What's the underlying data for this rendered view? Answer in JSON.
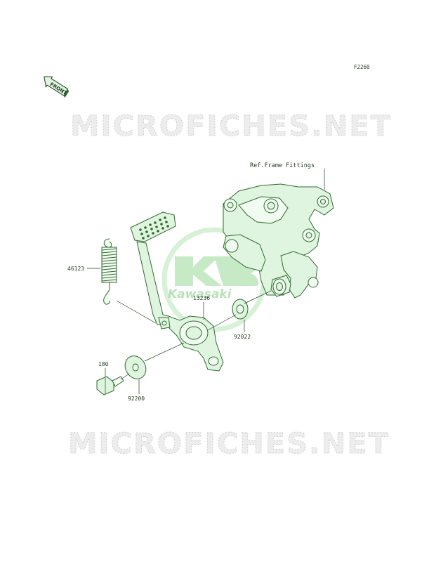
{
  "figure_code": "F2260",
  "watermark_text": "MICROFICHES.NET",
  "front_label": "FRONT",
  "brand_text": "Kawasaki",
  "ref_label": "Ref.Frame Fittings",
  "callouts": {
    "spring": "46123",
    "pedal": "13236",
    "washer_right": "92022",
    "bolt": "180",
    "washer_left": "92200"
  },
  "colors": {
    "part_fill": "#dff5df",
    "part_stroke": "#2f6a2f",
    "line": "#1f3d1f",
    "brand_green": "#9cd39c"
  }
}
